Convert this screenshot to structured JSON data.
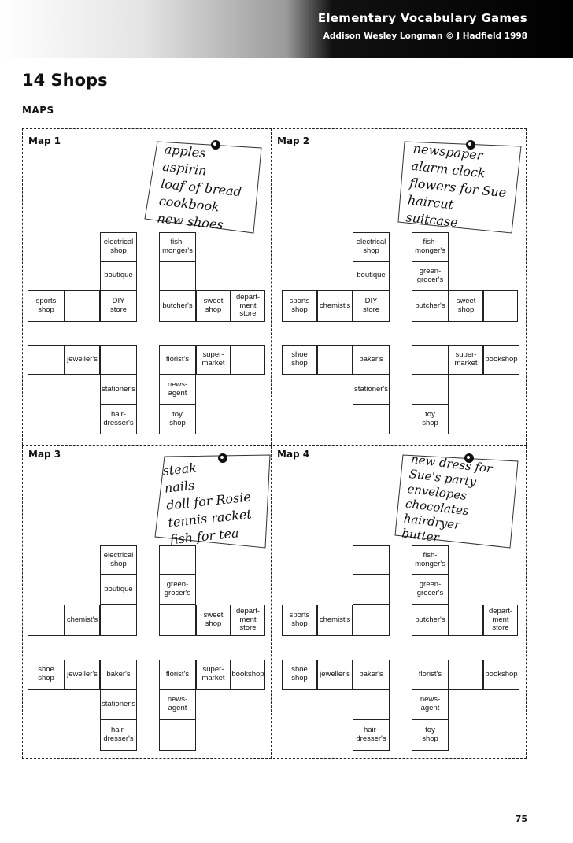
{
  "header": {
    "title": "Elementary Vocabulary Games",
    "publisher": "Addison Wesley Longman   © J Hadfield 1998"
  },
  "unit_title": "14 Shops",
  "section_label": "MAPS",
  "maps": {
    "map1": {
      "title": "Map 1",
      "note": "apples\naspirin\nloaf of bread\ncookbook\nnew shoes",
      "cells": [
        "electrical\nshop",
        "fish-\nmonger's",
        "",
        "",
        "boutique",
        "",
        "sports\nshop",
        "",
        "DIY\nstore",
        "butcher's",
        "sweet\nshop",
        "depart-\nment\nstore",
        "",
        "jeweller's",
        "",
        "florist's",
        "super-\nmarket",
        "",
        "stationer's",
        "news-\nagent",
        "hair-\ndresser's",
        "toy\nshop"
      ]
    },
    "map2": {
      "title": "Map 2",
      "note": "newspaper\nalarm clock\nflowers for Sue\nhaircut\nsuitcase",
      "cells": [
        "electrical\nshop",
        "fish-\nmonger's",
        "",
        "green-\ngrocer's",
        "boutique",
        "",
        "sports\nshop",
        "chemist's",
        "DIY\nstore",
        "butcher's",
        "sweet\nshop",
        "",
        "shoe\nshop",
        "",
        "baker's",
        "",
        "super-\nmarket",
        "bookshop",
        "stationer's",
        "",
        "",
        "toy\nshop"
      ]
    },
    "map3": {
      "title": "Map 3",
      "note": "steak\nnails\ndoll for Rosie\ntennis racket\nfish for tea",
      "cells": [
        "electrical\nshop",
        "",
        "boutique",
        "green-\ngrocer's",
        "",
        "",
        "chemist's",
        "",
        "",
        "sweet\nshop",
        "depart-\nment\nstore",
        "shoe\nshop",
        "jeweller's",
        "baker's",
        "florist's",
        "super-\nmarket",
        "bookshop",
        "stationer's",
        "news-\nagent",
        "hair-\ndresser's",
        ""
      ]
    },
    "map4": {
      "title": "Map 4",
      "note": "new dress for\nSue's party\nenvelopes\nchocolates\nhairdryer\nbutter",
      "cells": [
        "",
        "fish-\nmonger's",
        "",
        "green-\ngrocer's",
        "sports\nshop",
        "chemist's",
        "",
        "butcher's",
        "",
        "depart-\nment\nstore",
        "shoe\nshop",
        "jeweller's",
        "baker's",
        "florist's",
        "",
        "bookshop",
        "",
        "news-\nagent",
        "hair-\ndresser's",
        "toy\nshop"
      ]
    }
  },
  "page_number": "75"
}
